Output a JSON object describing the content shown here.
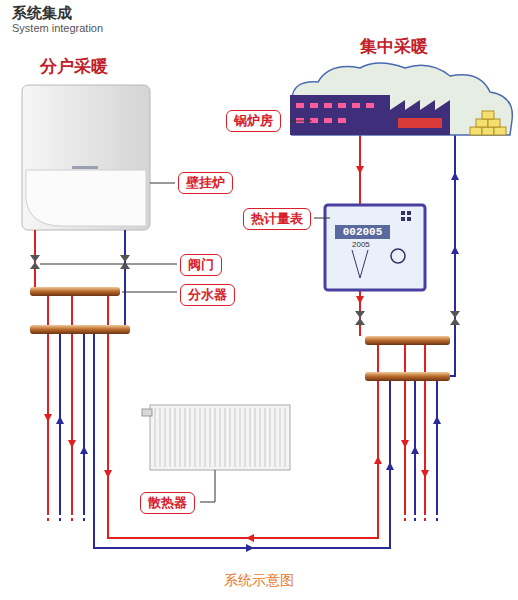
{
  "diagram": {
    "title": "系统集成",
    "caption": "系统示意图",
    "nodes": [
      {
        "text": [
          "锅炉房"
        ]
      },
      {
        "text": [
          "壁挂炉"
        ]
      },
      {
        "text": [
          "热计量表"
        ]
      },
      {
        "text": [
          "阀门"
        ]
      },
      {
        "text": [
          "分水器"
        ]
      },
      {
        "text": [
          "散热器"
        ]
      }
    ],
    "labels": [
      "System integration",
      "分户采暖",
      "集中采暖",
      "002005",
      "2005"
    ]
  }
}
